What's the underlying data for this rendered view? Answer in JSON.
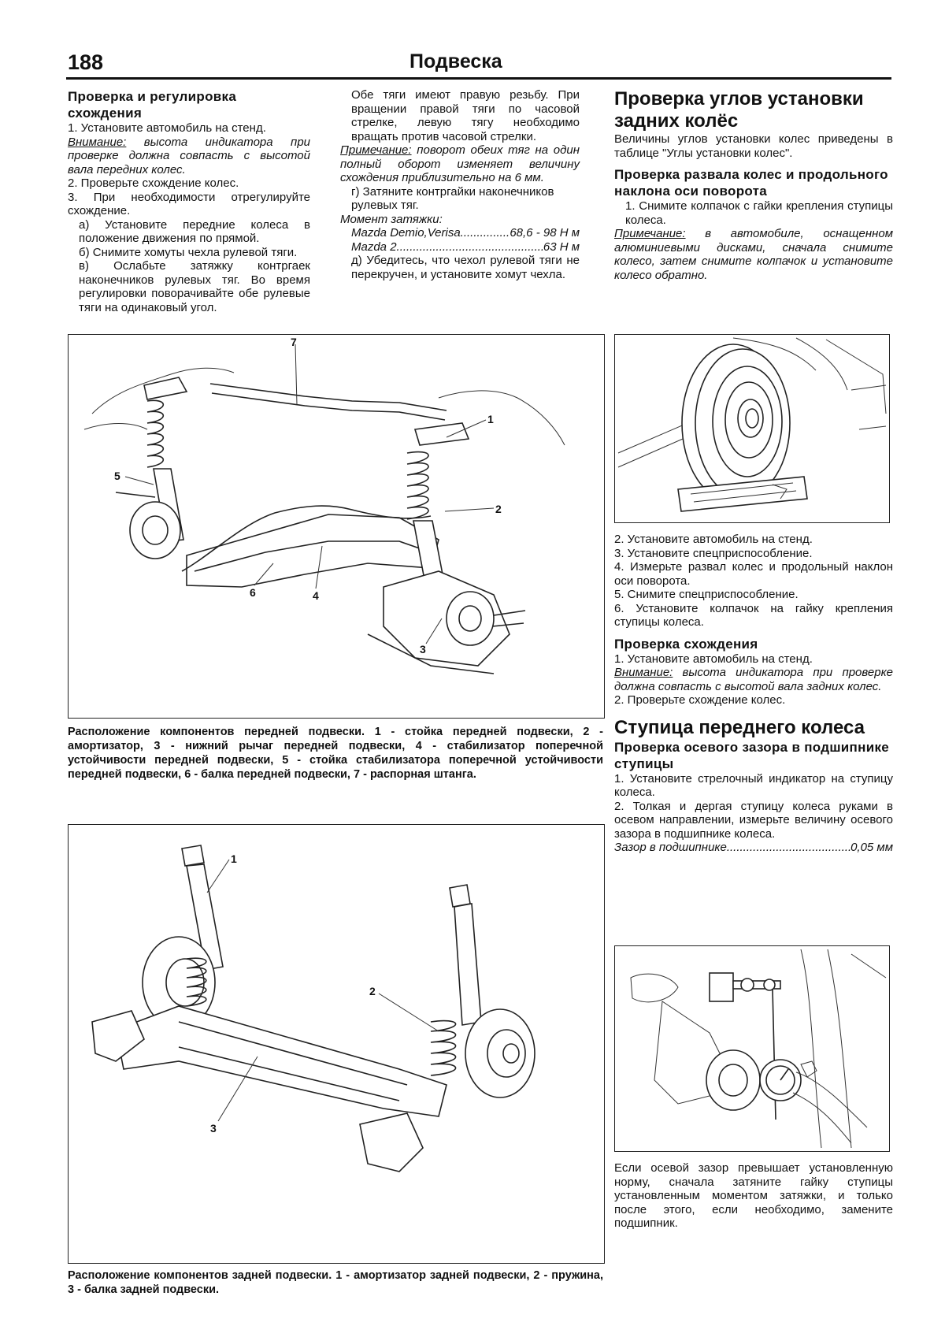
{
  "header": {
    "page_number": "188",
    "section_title": "Подвеска"
  },
  "col1": {
    "heading": "Проверка и регулировка схождения",
    "step1": "1. Установите автомобиль на стенд.",
    "warning_label": "Внимание:",
    "warning_text": " высота индикатора при проверке должна совпасть с высотой вала передних колес.",
    "step2": "2. Проверьте схождение колес.",
    "step3": "3. При необходимости отрегулируйте схождение.",
    "sub_a": "а) Установите передние колеса в положение движения по прямой.",
    "sub_b": "б) Снимите хомуты чехла рулевой тяги.",
    "sub_c": "в) Ослабьте затяжку контргаек наконечников рулевых тяг. Во время регулировки поворачивайте обе рулевые тяги на одинаковый угол."
  },
  "col2": {
    "para1": "Обе тяги имеют правую резьбу. При вращении правой тяги по часовой стрелке, левую тягу необходимо вращать против часовой стрелки.",
    "note_label": "Примечание:",
    "note_text": " поворот обеих тяг на один полный оборот изменяет величину схождения приблизительно на 6 мм.",
    "sub_g": "г) Затяните контргайки наконечников рулевых тяг.",
    "torque_label": "Момент затяжки:",
    "torque_row1_label": "Mazda Demio,Verisa",
    "torque_row1_value": "68,6 - 98 Н м",
    "torque_row2_label": "Mazda 2",
    "torque_row2_value": "63 Н м",
    "sub_d": "д) Убедитесь, что чехол рулевой тяги не перекручен, и установите хомут чехла."
  },
  "col3": {
    "section1_title": "Проверка углов установки задних колёс",
    "section1_intro": "Величины углов установки колес приведены в таблице \"Углы установки колес\".",
    "camber_heading": "Проверка развала колес и продольного наклона оси поворота",
    "camber_step1": "1. Снимите колпачок с гайки крепления ступицы колеса.",
    "camber_note_label": "Примечание:",
    "camber_note_text": " в автомобиле, оснащенном алюминиевыми дисками, сначала снимите колесо, затем снимите колпачок и установите колесо обратно.",
    "camber_step2": "2. Установите автомобиль на стенд.",
    "camber_step3": "3. Установите спецприспособление.",
    "camber_step4": "4. Измерьте развал колес и продольный наклон оси поворота.",
    "camber_step5": "5. Снимите спецприспособление.",
    "camber_step6": "6. Установите колпачок на гайку крепления ступицы колеса.",
    "toe_heading": "Проверка схождения",
    "toe_step1": "1. Установите автомобиль на стенд.",
    "toe_warning_label": "Внимание:",
    "toe_warning_text": " высота индикатора при проверке должна совпасть с высотой вала задних колес.",
    "toe_step2": "2. Проверьте схождение колес.",
    "section2_title": "Ступица переднего колеса",
    "play_heading": "Проверка осевого зазора в подшипнике ступицы",
    "play_step1": "1. Установите стрелочный индикатор на ступицу колеса.",
    "play_step2": "2. Толкая и дергая ступицу колеса руками в осевом направлении, измерьте величину осевого зазора в подшипнике колеса.",
    "play_spec_label": "Зазор в подшипнике",
    "play_spec_value": "0,05 мм",
    "play_final": "Если осевой зазор превышает установленную норму, сначала затяните гайку ступицы установленным моментом затяжки, и только после этого, если необходимо, замените подшипник."
  },
  "figure1": {
    "callouts": [
      "1",
      "2",
      "3",
      "4",
      "5",
      "6",
      "7"
    ],
    "caption": "Расположение компонентов передней подвески. 1 - стойка передней подвески, 2 - амортизатор, 3 - нижний рычаг передней подвески, 4 - стабилизатор поперечной устойчивости передней подвески, 5 - стойка стабилизатора поперечной устойчивости передней подвески, 6 - балка передней подвески, 7 - распорная штанга."
  },
  "figure2": {
    "callouts": [
      "1",
      "2",
      "3"
    ],
    "caption": "Расположение компонентов задней подвески. 1 - амортизатор задней подвески, 2 - пружина, 3 - балка задней подвески."
  },
  "dots": "........................................................................................................................"
}
